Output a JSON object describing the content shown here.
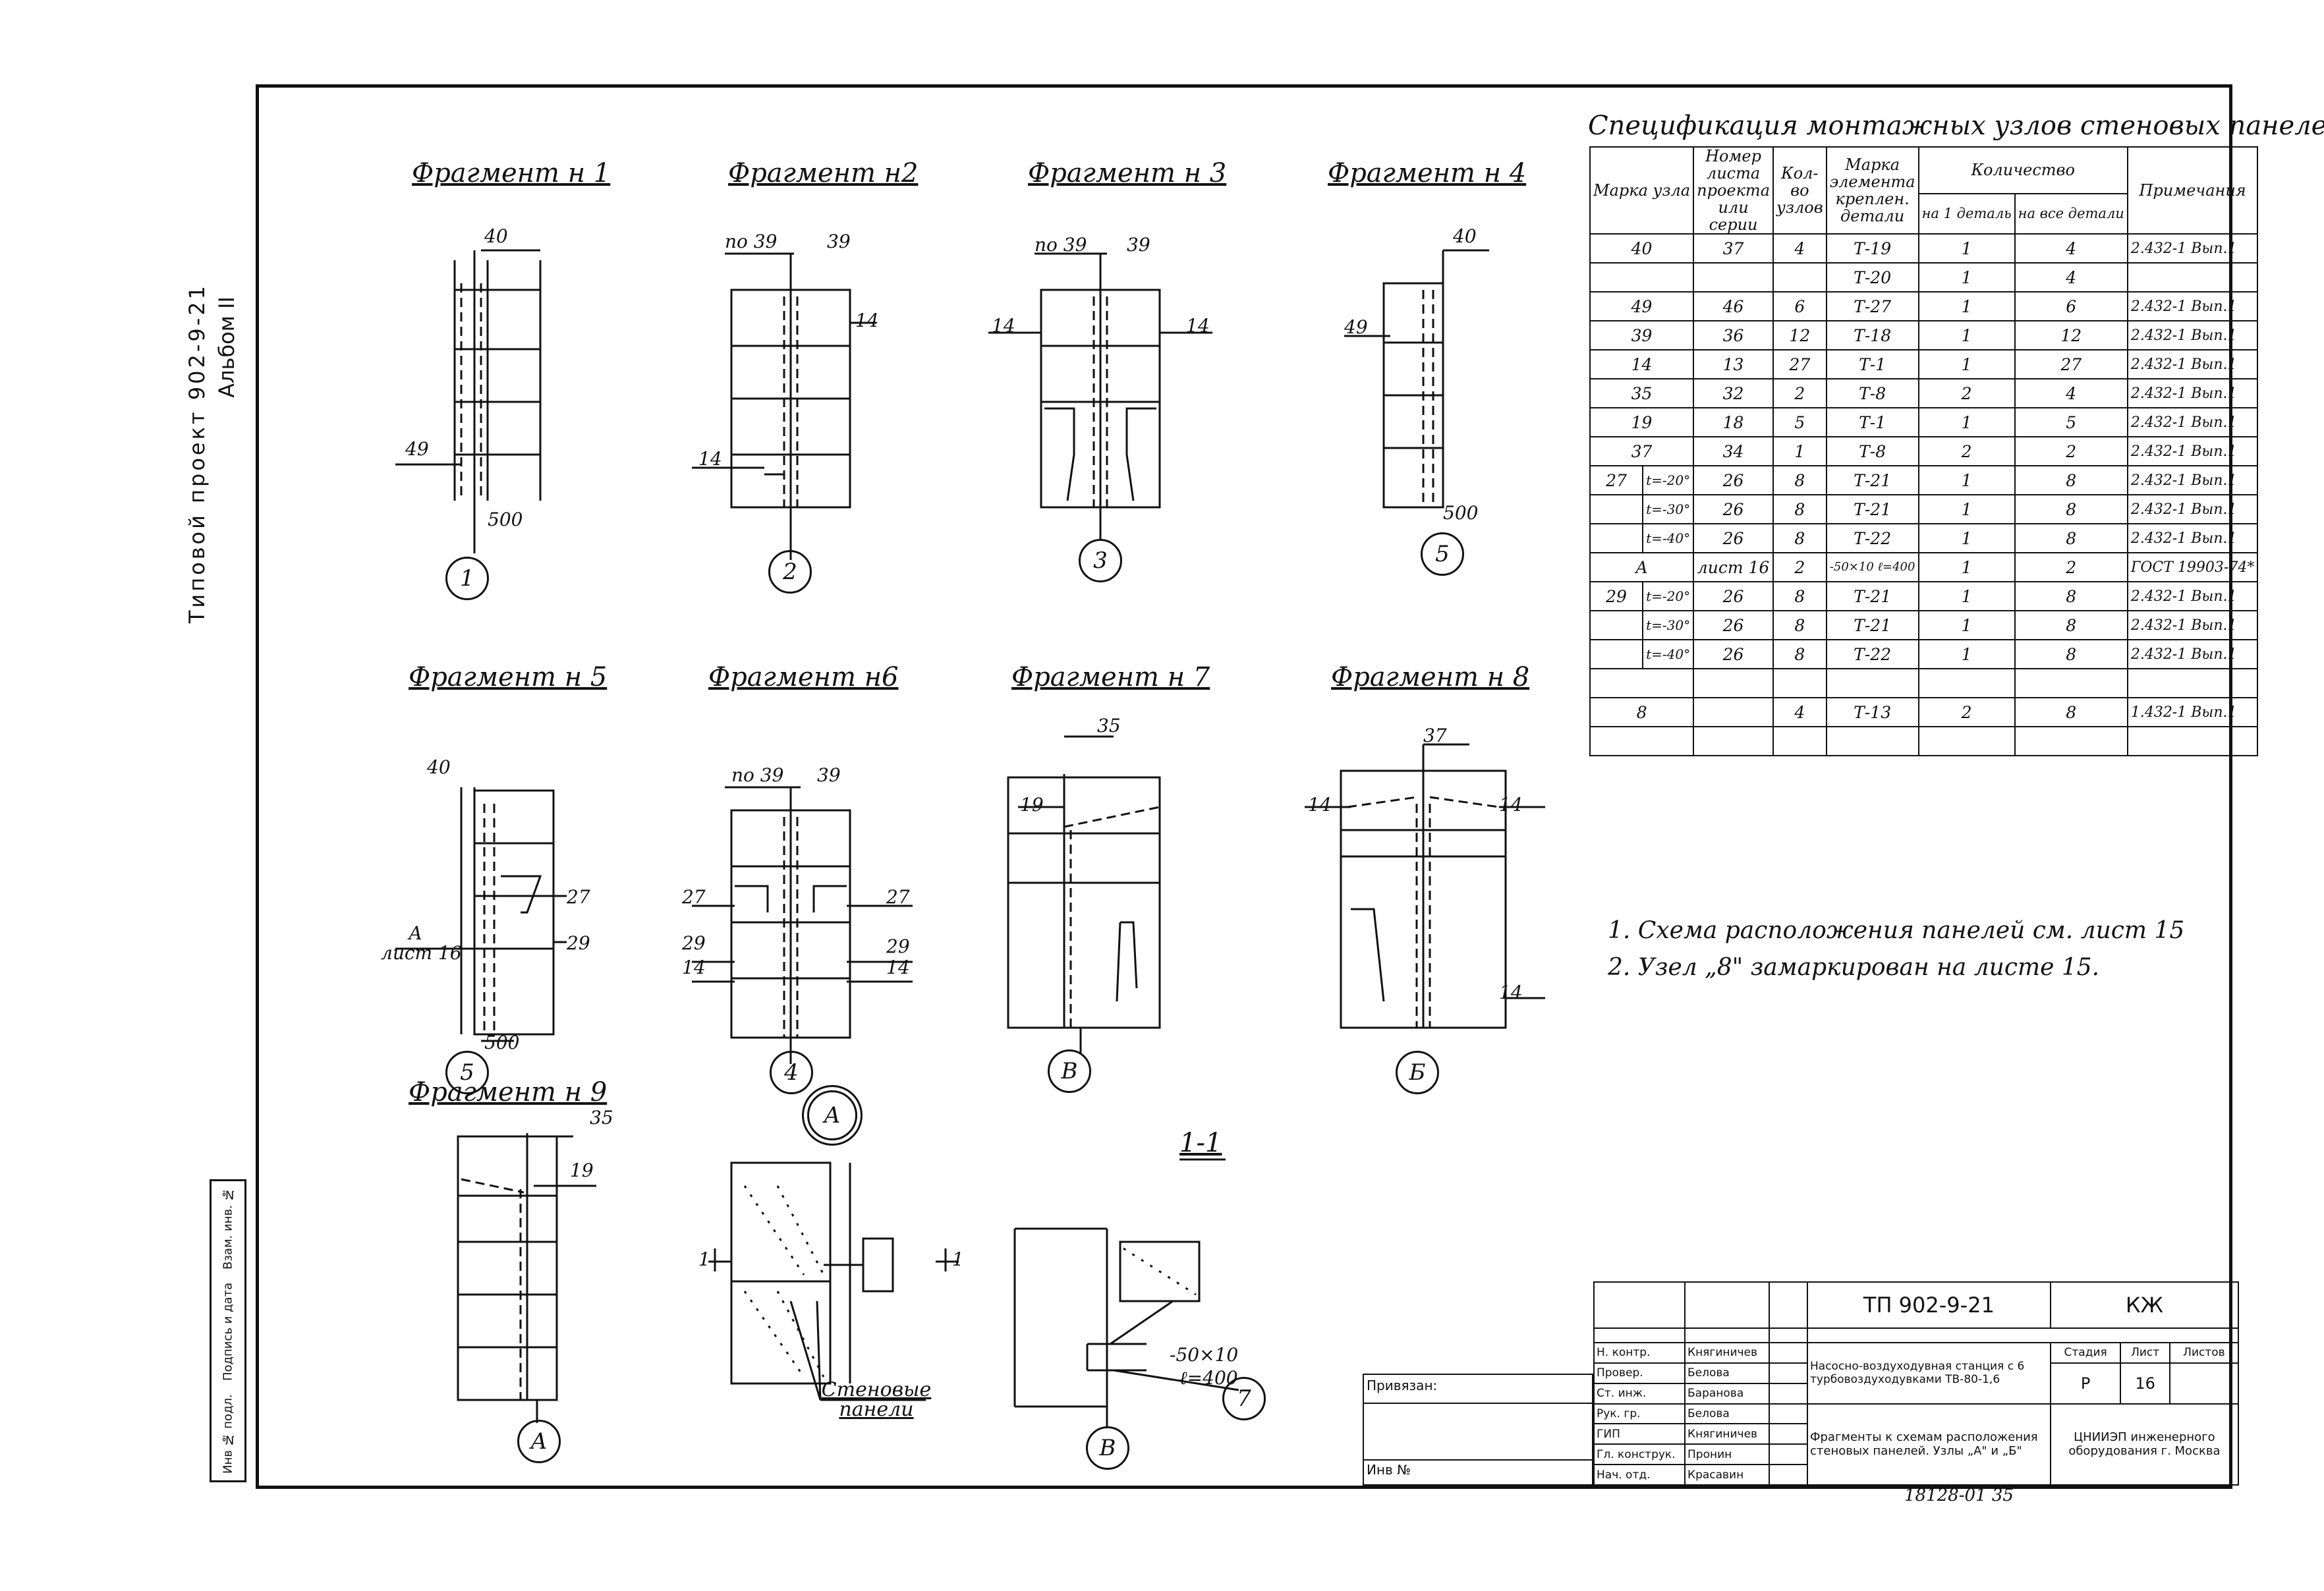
{
  "sidebar": {
    "project": "Типовой проект 902-9-21",
    "album": "Альбом II",
    "binder_fields": [
      "Инв № подл.",
      "Подпись и дата",
      "Взам. инв. №"
    ]
  },
  "fragments": [
    {
      "title": "Фрагмент н 1",
      "labels": [
        "40",
        "49",
        "500"
      ],
      "marker": "1"
    },
    {
      "title": "Фрагмент н2",
      "labels": [
        "по 39",
        "39",
        "14",
        "14"
      ],
      "marker": "2"
    },
    {
      "title": "Фрагмент н 3",
      "labels": [
        "по 39",
        "39",
        "14",
        "14"
      ],
      "marker": "3"
    },
    {
      "title": "Фрагмент н 4",
      "labels": [
        "40",
        "49",
        "500"
      ],
      "marker": "5"
    },
    {
      "title": "Фрагмент н 5",
      "labels": [
        "40",
        "27",
        "А",
        "лист 16",
        "29",
        "500"
      ],
      "marker": "5"
    },
    {
      "title": "Фрагмент н6",
      "labels": [
        "по 39",
        "39",
        "27",
        "27",
        "29",
        "29",
        "14",
        "14"
      ],
      "marker": "4"
    },
    {
      "title": "Фрагмент н 7",
      "labels": [
        "35",
        "19"
      ],
      "marker": "В"
    },
    {
      "title": "Фрагмент н 8",
      "labels": [
        "37",
        "14",
        "14",
        "14"
      ],
      "marker": "Б"
    },
    {
      "title": "Фрагмент н 9",
      "labels": [
        "35",
        "19"
      ],
      "marker": "А"
    }
  ],
  "detail_A": {
    "marker": "А",
    "label": "Стеновые панели",
    "cut": "1"
  },
  "section_1_1": {
    "title": "1-1",
    "dim1": "-50×10",
    "dim2": "ℓ=400",
    "marker1": "В",
    "marker2": "7"
  },
  "spec": {
    "title": "Спецификация монтажных узлов стеновых панелей",
    "headers": {
      "mark": "Марка узла",
      "sheet": "Номер листа проекта или серии",
      "count": "Кол-во узлов",
      "element": "Марка элемента креплен. детали",
      "qty": "Количество",
      "per_one": "на 1 деталь",
      "per_all": "на все детали",
      "notes": "Примечания"
    },
    "rows": [
      {
        "mark": "40",
        "sub": "",
        "sheet": "37",
        "count": "4",
        "element": "Т-19",
        "per_one": "1",
        "per_all": "4",
        "notes": "2.432-1 Вып.1"
      },
      {
        "mark": "",
        "sub": "",
        "sheet": "",
        "count": "",
        "element": "Т-20",
        "per_one": "1",
        "per_all": "4",
        "notes": ""
      },
      {
        "mark": "49",
        "sub": "",
        "sheet": "46",
        "count": "6",
        "element": "Т-27",
        "per_one": "1",
        "per_all": "6",
        "notes": "2.432-1 Вып.1"
      },
      {
        "mark": "39",
        "sub": "",
        "sheet": "36",
        "count": "12",
        "element": "Т-18",
        "per_one": "1",
        "per_all": "12",
        "notes": "2.432-1 Вып.1"
      },
      {
        "mark": "14",
        "sub": "",
        "sheet": "13",
        "count": "27",
        "element": "Т-1",
        "per_one": "1",
        "per_all": "27",
        "notes": "2.432-1 Вып.1"
      },
      {
        "mark": "35",
        "sub": "",
        "sheet": "32",
        "count": "2",
        "element": "Т-8",
        "per_one": "2",
        "per_all": "4",
        "notes": "2.432-1 Вып.1"
      },
      {
        "mark": "19",
        "sub": "",
        "sheet": "18",
        "count": "5",
        "element": "Т-1",
        "per_one": "1",
        "per_all": "5",
        "notes": "2.432-1 Вып.1"
      },
      {
        "mark": "37",
        "sub": "",
        "sheet": "34",
        "count": "1",
        "element": "Т-8",
        "per_one": "2",
        "per_all": "2",
        "notes": "2.432-1 Вып.1"
      },
      {
        "mark": "27",
        "sub": "t=-20°",
        "sheet": "26",
        "count": "8",
        "element": "Т-21",
        "per_one": "1",
        "per_all": "8",
        "notes": "2.432-1 Вып.1"
      },
      {
        "mark": "",
        "sub": "t=-30°",
        "sheet": "26",
        "count": "8",
        "element": "Т-21",
        "per_one": "1",
        "per_all": "8",
        "notes": "2.432-1 Вып.1"
      },
      {
        "mark": "",
        "sub": "t=-40°",
        "sheet": "26",
        "count": "8",
        "element": "Т-22",
        "per_one": "1",
        "per_all": "8",
        "notes": "2.432-1 Вып.1"
      },
      {
        "mark": "А",
        "sub": "",
        "sheet": "лист 16",
        "count": "2",
        "element": "-50×10 ℓ=400",
        "per_one": "1",
        "per_all": "2",
        "notes": "ГОСТ 19903-74*"
      },
      {
        "mark": "29",
        "sub": "t=-20°",
        "sheet": "26",
        "count": "8",
        "element": "Т-21",
        "per_one": "1",
        "per_all": "8",
        "notes": "2.432-1 Вып.1"
      },
      {
        "mark": "",
        "sub": "t=-30°",
        "sheet": "26",
        "count": "8",
        "element": "Т-21",
        "per_one": "1",
        "per_all": "8",
        "notes": "2.432-1 Вып.1"
      },
      {
        "mark": "",
        "sub": "t=-40°",
        "sheet": "26",
        "count": "8",
        "element": "Т-22",
        "per_one": "1",
        "per_all": "8",
        "notes": "2.432-1 Вып.1"
      },
      {
        "mark": "",
        "sub": "",
        "sheet": "",
        "count": "",
        "element": "",
        "per_one": "",
        "per_all": "",
        "notes": ""
      },
      {
        "mark": "8",
        "sub": "",
        "sheet": "",
        "count": "4",
        "element": "Т-13",
        "per_one": "2",
        "per_all": "8",
        "notes": "1.432-1 Вып.1"
      },
      {
        "mark": "",
        "sub": "",
        "sheet": "",
        "count": "",
        "element": "",
        "per_one": "",
        "per_all": "",
        "notes": ""
      }
    ]
  },
  "notes": [
    "1. Схема расположения панелей см. лист 15",
    "2. Узел „8\" замаркирован на листе 15."
  ],
  "title_block": {
    "code": "ТП 902-9-21",
    "mark": "КЖ",
    "object": "Насосно-воздуходувная станция с 6 турбовоздуходувками ТВ-80-1,6",
    "drawing": "Фрагменты к схемам расположения стеновых панелей. Узлы „А\" и „Б\"",
    "stage_label": "Стадия",
    "sheet_label": "Лист",
    "sheets_label": "Листов",
    "stage": "Р",
    "sheet": "16",
    "org": "ЦНИИЭП инженерного оборудования г. Москва",
    "roles": [
      {
        "role": "Н. контр.",
        "name": "Княгиничев"
      },
      {
        "role": "Провер.",
        "name": "Белова"
      },
      {
        "role": "Ст. инж.",
        "name": "Баранова"
      },
      {
        "role": "Рук. гр.",
        "name": "Белова"
      },
      {
        "role": "ГИП",
        "name": "Княгиничев"
      },
      {
        "role": "Гл. конструк.",
        "name": "Пронин"
      },
      {
        "role": "Нач. отд.",
        "name": "Красавин"
      }
    ],
    "bind_label": "Привязан:",
    "inv_label": "Инв №",
    "footer": "18128-01   35"
  }
}
